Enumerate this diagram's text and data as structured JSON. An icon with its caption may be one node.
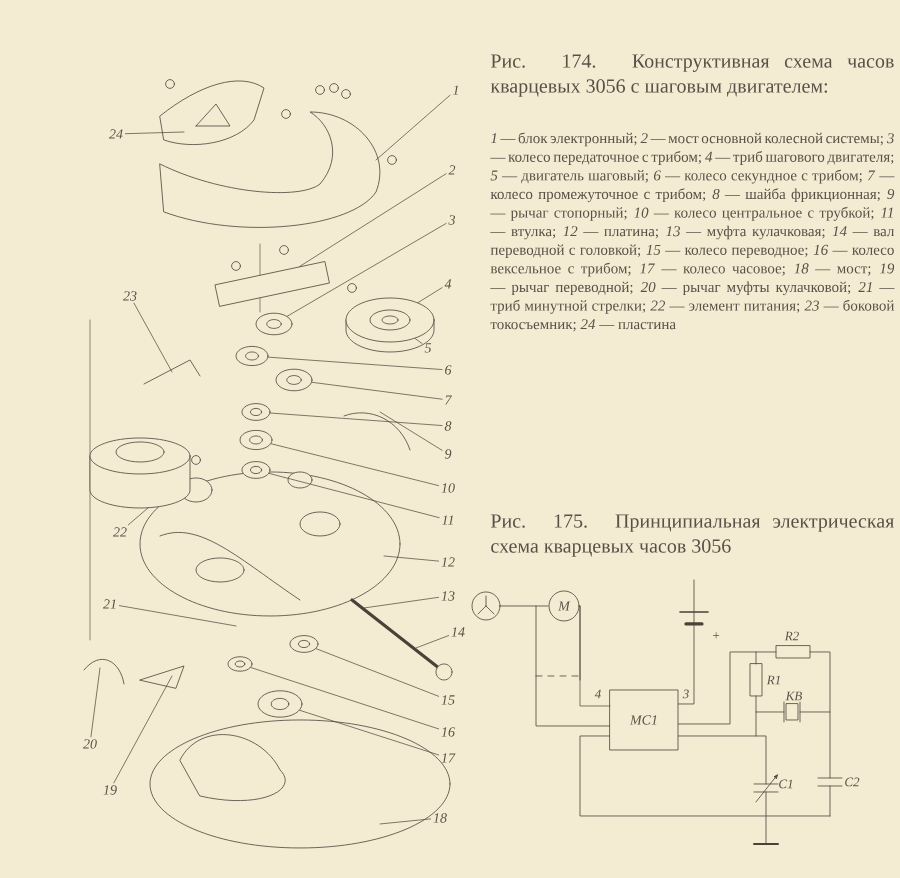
{
  "diagram": {
    "title": "Рис. 174. Конструктивная схема часов кварцевых 3056 с шаговым двигателем:",
    "caption": "Рис. 175. Принципиальная электрическая схема кварцевых часов 3056",
    "nodes": [
      {
        "text": [
          "1"
        ]
      },
      {
        "text": [
          "2"
        ]
      },
      {
        "text": [
          "3"
        ]
      },
      {
        "text": [
          "4"
        ]
      },
      {
        "text": [
          "5"
        ]
      },
      {
        "text": [
          "6"
        ]
      },
      {
        "text": [
          "7"
        ]
      },
      {
        "text": [
          "8"
        ]
      },
      {
        "text": [
          "9"
        ]
      },
      {
        "text": [
          "10"
        ]
      },
      {
        "text": [
          "11"
        ]
      },
      {
        "text": [
          "12"
        ]
      },
      {
        "text": [
          "13"
        ]
      },
      {
        "text": [
          "14"
        ]
      },
      {
        "text": [
          "15"
        ]
      },
      {
        "text": [
          "16"
        ]
      },
      {
        "text": [
          "17"
        ]
      },
      {
        "text": [
          "18"
        ]
      },
      {
        "text": [
          "19"
        ]
      },
      {
        "text": [
          "20"
        ]
      },
      {
        "text": [
          "21"
        ]
      },
      {
        "text": [
          "22"
        ]
      },
      {
        "text": [
          "23"
        ]
      },
      {
        "text": [
          "24"
        ]
      },
      {
        "text": [
          "М"
        ]
      },
      {
        "text": [
          "МС1"
        ]
      },
      {
        "text": [],
        "shape": "circle"
      },
      {
        "text": [],
        "shape": "circle"
      },
      {
        "text": [],
        "shape": "circle"
      },
      {
        "text": [],
        "shape": "circle"
      },
      {
        "text": [],
        "shape": "circle"
      },
      {
        "text": [],
        "shape": "circle"
      },
      {
        "text": [],
        "shape": "circle"
      },
      {
        "text": [],
        "shape": "circle"
      },
      {
        "text": [],
        "shape": "circle"
      },
      {
        "text": [],
        "shape": "box"
      },
      {
        "text": [],
        "shape": "cylinder"
      }
    ],
    "edges": [
      {
        "from": 0,
        "to": null,
        "arrow": "none"
      },
      {
        "from": 1,
        "to": 35,
        "arrow": "none"
      },
      {
        "from": 2,
        "to": 26,
        "arrow": "none"
      },
      {
        "from": 3,
        "to": 36,
        "arrow": "none"
      },
      {
        "from": 4,
        "to": 36,
        "arrow": "none"
      },
      {
        "from": 5,
        "to": 27,
        "arrow": "none"
      },
      {
        "from": 6,
        "to": 28,
        "arrow": "none"
      },
      {
        "from": 7,
        "to": 29,
        "arrow": "none"
      },
      {
        "from": 8,
        "to": null,
        "arrow": "none"
      },
      {
        "from": 9,
        "to": 30,
        "arrow": "none"
      },
      {
        "from": 10,
        "to": 31,
        "arrow": "none"
      },
      {
        "from": 11,
        "to": null,
        "arrow": "none"
      },
      {
        "from": 12,
        "to": null,
        "arrow": "none"
      },
      {
        "from": 13,
        "to": null,
        "arrow": "none"
      },
      {
        "from": 14,
        "to": 32,
        "arrow": "none"
      },
      {
        "from": 15,
        "to": 33,
        "arrow": "none"
      },
      {
        "from": 16,
        "to": 34,
        "arrow": "none"
      },
      {
        "from": 17,
        "to": null,
        "arrow": "none"
      },
      {
        "from": 18,
        "to": null,
        "arrow": "none"
      },
      {
        "from": 19,
        "to": null,
        "arrow": "none"
      },
      {
        "from": 20,
        "to": null,
        "arrow": "none"
      },
      {
        "from": 21,
        "to": null,
        "arrow": "none"
      },
      {
        "from": 22,
        "to": null,
        "arrow": "none"
      },
      {
        "from": 23,
        "to": null,
        "arrow": "none"
      },
      {
        "from": 24,
        "to": 25,
        "arrow": "none"
      }
    ],
    "labels": [
      "*1* — блок электронный; *2* — мост основной колесной системы; *3* — колесо передаточное с трибом; *4* — триб шагового двигателя; *5* — двигатель шаговый; *6* — колесо секундное с трибом; *7* — колесо промежуточное с трибом; *8* — шайба фрикционная; *9* — рычаг стопорный; *10* — колесо центральное с трубкой; *11* — втулка; *12* — платина; *13* — муфта кулачковая; *14* — вал переводной с головкой; *15* — колесо переводное; *16* — колесо вексельное с трибом; *17* — колесо часовое; *18* — мост; *19* — рычаг переводной; *20* — рычаг муфты кулачковой; *21* — триб минутной стрелки; *22* — элемент питания; *23* — боковой токосъемник; *24* — пластина",
      "+",
      "R2",
      "R1",
      "КВ",
      "4",
      "3",
      "С1",
      "С2"
    ]
  }
}
